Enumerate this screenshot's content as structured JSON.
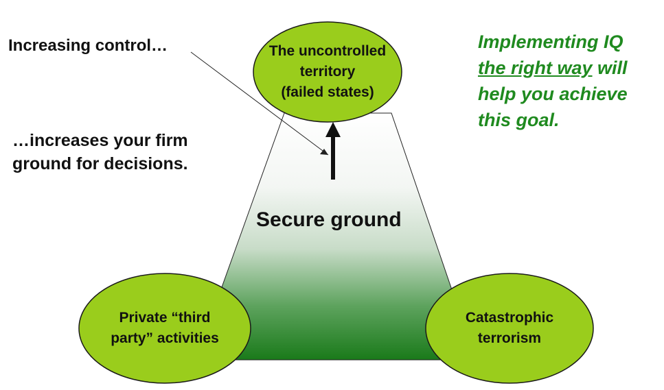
{
  "labels": {
    "increasing_control": "Increasing control…",
    "increases_ground_line1": "…increases your firm",
    "increases_ground_line2": "ground for decisions.",
    "center": "Secure ground"
  },
  "nodes": {
    "top": {
      "line1": "The uncontrolled",
      "line2": "territory",
      "line3": "(failed states)"
    },
    "left": {
      "line1": "Private “third",
      "line2": "party” activities"
    },
    "right": {
      "line1": "Catastrophic",
      "line2": "terrorism"
    }
  },
  "callout": {
    "part1": "Implementing IQ",
    "underlined": "the right way",
    "part2": "will",
    "part3": "help you achieve",
    "part4": "this goal."
  },
  "colors": {
    "ellipse_fill": "#9acd1c",
    "callout_text": "#1f8a1f",
    "gradient_dark": "#1a7a1a"
  }
}
